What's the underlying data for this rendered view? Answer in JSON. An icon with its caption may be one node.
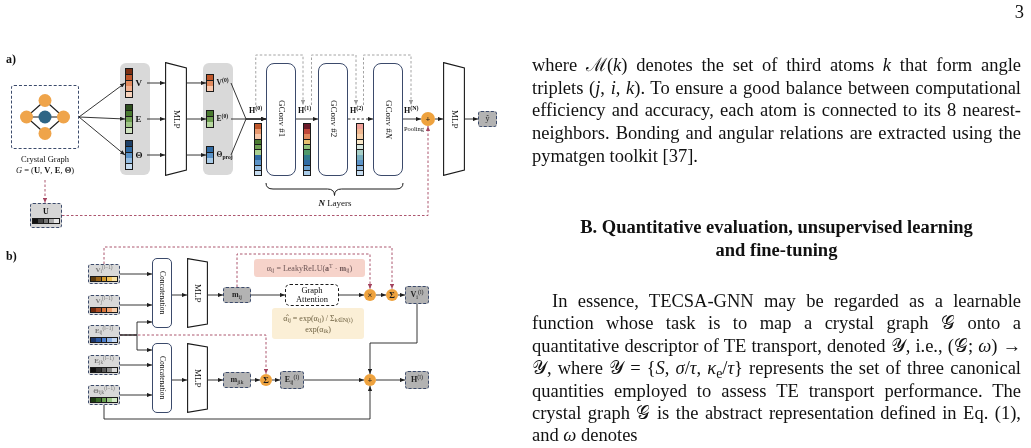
{
  "diagram": {
    "nodes": [
      {
        "text": [],
        "shape": "picture",
        "beside": [
          "Crystal Graph",
          "*G* = (**U**, **V**, **E**, **Θ**)"
        ]
      },
      {
        "text": [],
        "shape": "box"
      },
      {
        "text": [
          "V"
        ],
        "in": 1
      },
      {
        "text": [
          "E"
        ],
        "in": 1
      },
      {
        "text": [
          "Θ"
        ],
        "in": 1
      },
      {
        "text": [
          "MLP"
        ]
      },
      {
        "text": [],
        "shape": "box"
      },
      {
        "text": [
          "V$^{(0)}$"
        ],
        "in": 6
      },
      {
        "text": [
          "E$^{(0)}$"
        ],
        "in": 6
      },
      {
        "text": [
          "Θ$_{proj}$"
        ],
        "in": 6
      },
      {
        "text": [
          "H$^{(0)}$"
        ]
      },
      {
        "text": [
          "GConv #1"
        ]
      },
      {
        "text": [
          "H$^{(1)}$"
        ]
      },
      {
        "text": [
          "GConv #2"
        ]
      },
      {
        "text": [
          "H$^{(2)}$"
        ]
      },
      {
        "text": [
          "GConv #*N*"
        ]
      },
      {
        "text": [
          "H$^{(N)}$"
        ]
      },
      {
        "text": [
          "+"
        ]
      },
      {
        "text": [
          "MLP"
        ]
      },
      {
        "text": [
          "ŷ"
        ]
      },
      {
        "text": [
          "U"
        ]
      },
      {
        "text": [
          "**V**$_{i}$$^{(l−1)}$"
        ]
      },
      {
        "text": [
          "**V**$_{j}$$^{(l−1)}$"
        ]
      },
      {
        "text": [
          "**E**$_{ij}$$^{(l−1)}$"
        ]
      },
      {
        "text": [
          "**E**$_{jk}$$^{(l−1)}$"
        ]
      },
      {
        "text": [
          "**Θ**$_{ijk}$$^{(l−1)}$"
        ]
      },
      {
        "text": [
          "Concatenation"
        ]
      },
      {
        "text": [
          "MLP"
        ]
      },
      {
        "text": [
          "**m**$_{ij}$"
        ]
      },
      {
        "text": [
          "α$_{ij}$ = LeakyReLU(**a**$^{T}$ · **m**$_{ij}$)"
        ]
      },
      {
        "text": [
          "Graph Attention"
        ]
      },
      {
        "text": [
          "α̂$_{ij}$ = exp(α$_{ij}$) / Σ$_{k∈N(i)}$ exp(α$_{ik}$)"
        ]
      },
      {
        "text": [
          "×"
        ]
      },
      {
        "text": [
          "Σ"
        ]
      },
      {
        "text": [
          "**V**$_{i}$$^{(l)}$"
        ]
      },
      {
        "text": [
          "Concatenation"
        ]
      },
      {
        "text": [
          "MLP"
        ]
      },
      {
        "text": [
          "**m**$_{jik}$"
        ]
      },
      {
        "text": [
          "Σ"
        ]
      },
      {
        "text": [
          "**E**$_{ij}$$^{(l)}$"
        ]
      },
      {
        "text": [
          "+"
        ]
      },
      {
        "text": [
          "**H**$^{(l)}$"
        ]
      }
    ],
    "edges": [
      {
        "from": 0,
        "to": 2,
        "arrow": "to"
      },
      {
        "from": 0,
        "to": 3,
        "arrow": "to"
      },
      {
        "from": 0,
        "to": 4,
        "arrow": "to"
      },
      {
        "from": 2,
        "to": 5,
        "arrow": "to"
      },
      {
        "from": 3,
        "to": 5,
        "arrow": "to"
      },
      {
        "from": 4,
        "to": 5,
        "arrow": "to"
      },
      {
        "from": 5,
        "to": 7,
        "arrow": "to"
      },
      {
        "from": 5,
        "to": 8,
        "arrow": "to"
      },
      {
        "from": 5,
        "to": 9,
        "arrow": "to"
      },
      {
        "from": 7,
        "to": 11,
        "arrow": "to"
      },
      {
        "from": 8,
        "to": 11,
        "arrow": "to"
      },
      {
        "from": 9,
        "to": 11,
        "arrow": "to"
      },
      {
        "from": 11,
        "to": 13,
        "arrow": "to"
      },
      {
        "from": 13,
        "to": 15,
        "arrow": "to",
        "style": "dashed"
      },
      {
        "from": 15,
        "to": 17,
        "arrow": "to",
        "label": "Pooling"
      },
      {
        "from": 17,
        "to": 18,
        "arrow": "to"
      },
      {
        "from": 18,
        "to": 19,
        "arrow": "to"
      },
      {
        "from": 10,
        "to": 12,
        "arrow": "to",
        "style": "dashed",
        "color": "#9a9a9a"
      },
      {
        "from": 12,
        "to": 14,
        "arrow": "to",
        "style": "dashed",
        "color": "#9a9a9a"
      },
      {
        "from": 14,
        "to": 16,
        "arrow": "to",
        "style": "dashed",
        "color": "#9a9a9a"
      },
      {
        "from": 0,
        "to": 20,
        "arrow": "to",
        "style": "dashed",
        "color": "#a3435f"
      },
      {
        "from": 20,
        "to": 17,
        "arrow": "to",
        "style": "dashed",
        "color": "#a3435f"
      },
      {
        "from": 21,
        "to": 26,
        "arrow": "to"
      },
      {
        "from": 22,
        "to": 26,
        "arrow": "to"
      },
      {
        "from": 23,
        "to": 26,
        "arrow": "to"
      },
      {
        "from": 23,
        "to": 35,
        "arrow": "to"
      },
      {
        "from": 24,
        "to": 35,
        "arrow": "to"
      },
      {
        "from": 25,
        "to": 35,
        "arrow": "to"
      },
      {
        "from": 26,
        "to": 27,
        "arrow": "to"
      },
      {
        "from": 27,
        "to": 28,
        "arrow": "to"
      },
      {
        "from": 28,
        "to": 30,
        "arrow": "to"
      },
      {
        "from": 30,
        "to": 32,
        "arrow": "to"
      },
      {
        "from": 32,
        "to": 33,
        "arrow": "to"
      },
      {
        "from": 33,
        "to": 34,
        "arrow": "to"
      },
      {
        "from": 35,
        "to": 36,
        "arrow": "to"
      },
      {
        "from": 36,
        "to": 37,
        "arrow": "to"
      },
      {
        "from": 37,
        "to": 38,
        "arrow": "to"
      },
      {
        "from": 38,
        "to": 39,
        "arrow": "to"
      },
      {
        "from": 39,
        "to": 40,
        "arrow": "to"
      },
      {
        "from": 40,
        "to": 41,
        "arrow": "to"
      },
      {
        "from": 34,
        "to": 40,
        "arrow": "to"
      },
      {
        "from": 25,
        "to": 40,
        "arrow": "to"
      },
      {
        "from": 21,
        "to": 33,
        "arrow": "to",
        "style": "dashed",
        "color": "#a3435f"
      },
      {
        "from": 28,
        "to": 32,
        "arrow": "to",
        "style": "dashed",
        "color": "#a3435f"
      },
      {
        "from": 23,
        "to": 38,
        "arrow": "to",
        "style": "dashed",
        "color": "#a3435f"
      }
    ],
    "labels": [
      "a)",
      "**N** Layers",
      "b)",
      "3",
      "where ℳ(*k*) denotes the set of third atoms *k* that form angle triplets (*j*, *i*, *k*). To ensure a good balance between computational efficiency and accuracy, each atom is connected to its 8 nearest-neighbors. Bonding and angular relations are extracted using the pymatgen toolkit [37].",
      "B. Quantitative evaluation, unsupervised learning and fine-tuning",
      "In essence, TECSA-GNN may be regarded as a learnable function whose task is to map a crystal graph 𝒢 onto a quantitative descriptor of TE transport, denoted 𝒴, i.e., (𝒢; *ω*) → 𝒴, where 𝒴 = {*S*, *σ*/*τ*, *κ*$_{e}$/*τ*} represents the set of three canonical quantities employed to assess TE transport performance. The crystal graph 𝒢 is the abstract representation defined in Eq. (1), and *ω* denotes"
    ]
  }
}
